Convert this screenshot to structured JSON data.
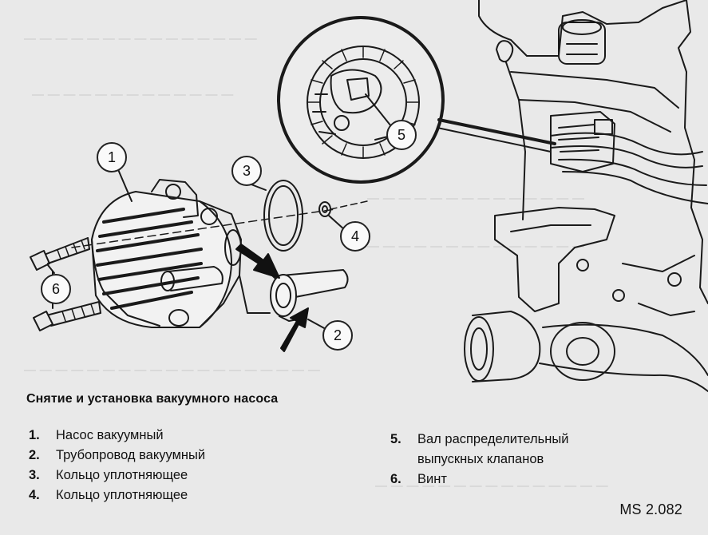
{
  "callouts": [
    "1",
    "2",
    "3",
    "4",
    "5",
    "6"
  ],
  "caption": "Снятие и установка вакуумного насоса",
  "legend": [
    {
      "num": "1.",
      "text": "Насос вакуумный"
    },
    {
      "num": "2.",
      "text": "Трубопровод вакуумный"
    },
    {
      "num": "3.",
      "text": "Кольцо уплотняющее"
    },
    {
      "num": "4.",
      "text": "Кольцо уплотняющее"
    },
    {
      "num": "5.",
      "text": "Вал распределительный",
      "text_cont": "выпускных клапанов"
    },
    {
      "num": "6.",
      "text": "Винт"
    }
  ],
  "figure_code": "MS 2.082"
}
